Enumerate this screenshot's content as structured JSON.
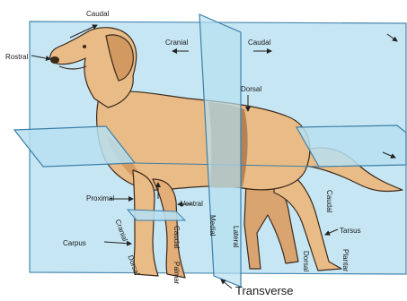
{
  "labels": {
    "caudal_top": "Caudal",
    "rostral": "Rostral",
    "cranial": "Cranial",
    "caudal_mid": "Caudal",
    "dorsal": "Dorsal",
    "proximal": "Proximal",
    "ventral": "Ventral",
    "carpus": "Carpus",
    "cranial_leg": "Cranial",
    "caudal_leg": "Caudal",
    "dorsal_paw": "Dorsal",
    "palmar": "Palmar",
    "medial": "Medial",
    "lateral": "Lateral",
    "caudal_hind": "Caudal",
    "tarsus": "Tarsus",
    "dorsal_hind": "Dorsal",
    "plantar": "Plantar",
    "transverse": "Transverse"
  },
  "colors": {
    "plane_blue": "#bfe3f2",
    "plane_edge": "#3d7fa8",
    "dog_fur": "#e9bb86",
    "dog_shade": "#c8935c",
    "dog_band": "#b07e55",
    "outline": "#3a2a1c"
  }
}
